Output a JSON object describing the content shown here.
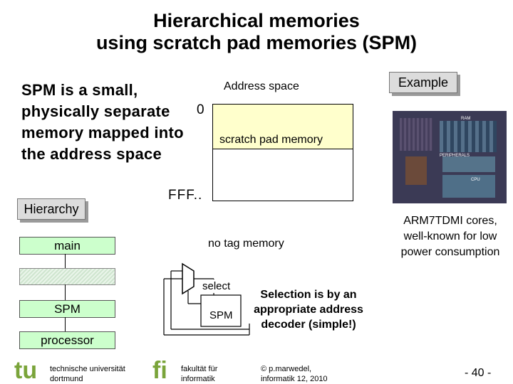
{
  "title_line1": "Hierarchical memories",
  "title_line2": "using scratch pad memories (SPM)",
  "intro_text": "SPM is a small, physically separate memory mapped into the address space",
  "address_space_label": "Address space",
  "addr_start": "0",
  "addr_end": "FFF..",
  "scratchpad_label": "scratch pad memory",
  "example_label": "Example",
  "chip_labels": [
    "RAM",
    "PERIPHERALS",
    "CPU"
  ],
  "chip_caption": "ARM7TDMI cores, well-known for low power consumption",
  "hierarchy_label": "Hierarchy",
  "hier_main": "main",
  "hier_spm": "SPM",
  "hier_processor": "processor",
  "no_tag_label": "no tag memory",
  "select_label": "select",
  "spm_box_label": "SPM",
  "selection_note": "Selection is by an appropriate address decoder (simple!)",
  "footer": {
    "tu_logo": "tu",
    "tu_line1": "technische universität",
    "tu_line2": "dortmund",
    "fi_logo": "fi",
    "fi_line1": "fakultät für",
    "fi_line2": "informatik",
    "author_line1": "© p.marwedel,",
    "author_line2": "informatik 12,  2010",
    "page_prefix": "-",
    "page_number": "40",
    "page_suffix": "-"
  },
  "colors": {
    "spm_fill": "#ffffcc",
    "green_fill": "#ccffcc",
    "label_box": "#dcdcdc"
  }
}
